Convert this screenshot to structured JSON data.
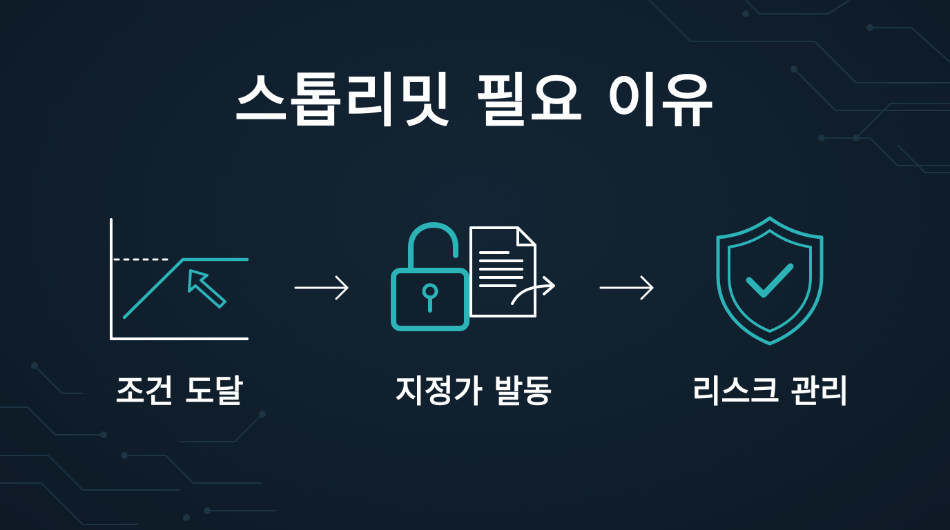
{
  "title": "스톱리밋 필요 이유",
  "steps": [
    {
      "label": "조건 도달",
      "icon": "chart-threshold-cursor-icon"
    },
    {
      "label": "지정가 발동",
      "icon": "unlock-document-icon"
    },
    {
      "label": "리스크 관리",
      "icon": "shield-check-icon"
    }
  ],
  "connectors": [
    "arrow-right-icon",
    "arrow-right-icon"
  ],
  "colors": {
    "background": "#11202e",
    "accent": "#2bb3b8",
    "text": "#ffffff",
    "circuit": "#1d3444"
  }
}
